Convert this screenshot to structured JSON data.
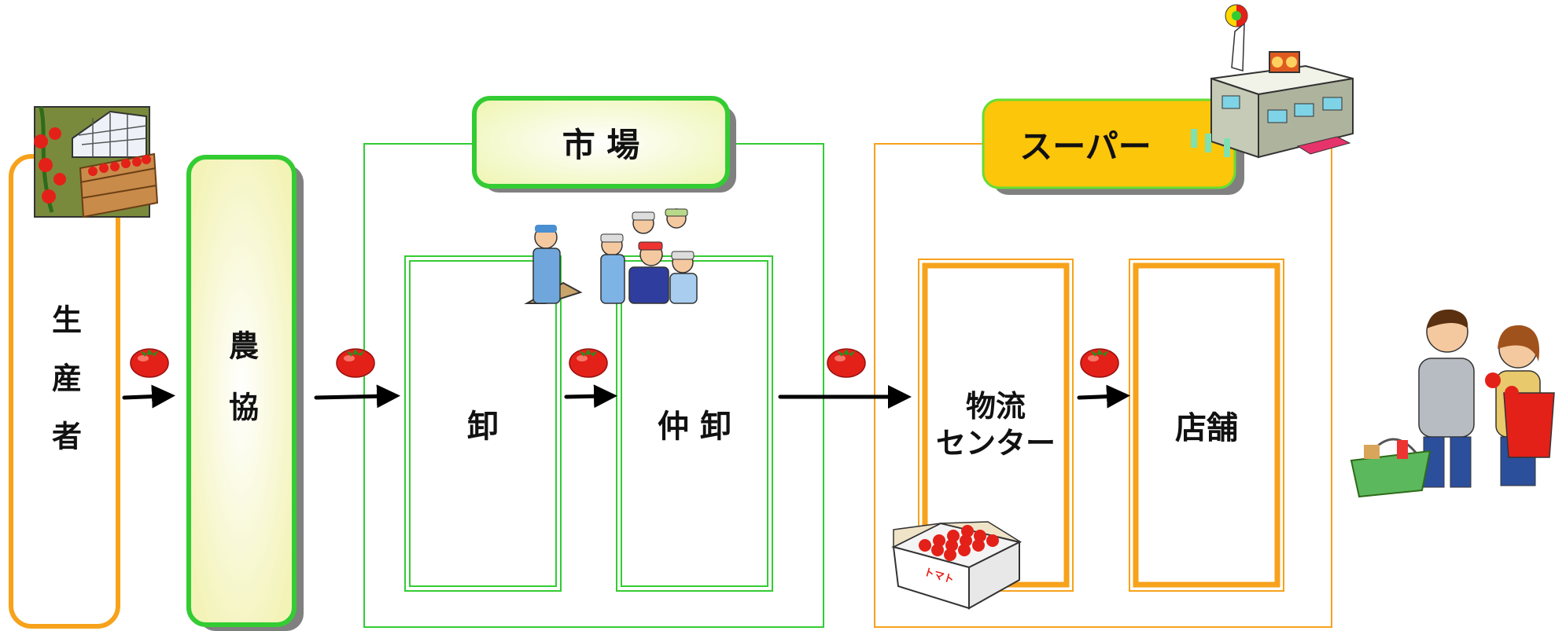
{
  "diagram": {
    "producer": "生産者",
    "ja": "農協",
    "market_title": "市 場",
    "wholesaler": "卸",
    "intermediate": "仲 卸",
    "super_title": "スーパー",
    "distribution_center": "物流\nセンター",
    "store": "店舗",
    "box_label": "トマト"
  },
  "colors": {
    "orange": "#f7a21b",
    "green": "#33cc33",
    "ja_fill": "#fbfbd6",
    "super_fill": "#fcc60a",
    "market_fill": "#fcfcd4",
    "shadow": "#808080",
    "tomato": "#e32119"
  }
}
